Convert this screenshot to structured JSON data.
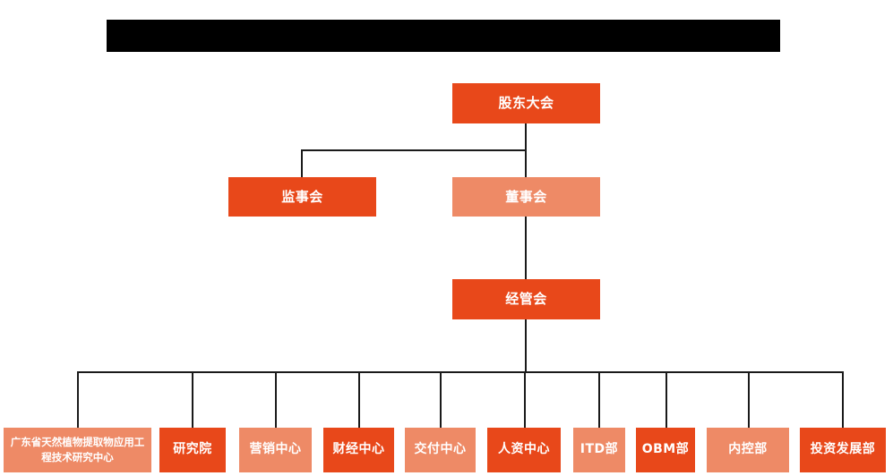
{
  "diagram": {
    "type": "org-chart",
    "title_bar": {
      "label": "",
      "redacted": true,
      "color": "#000000"
    },
    "palette": {
      "solid_orange": "#E8481A",
      "light_orange": "#EE8A66",
      "connector": "#1a1a1a",
      "background": "#ffffff",
      "text": "#ffffff"
    },
    "levels": {
      "level1": [
        {
          "id": "shareholders",
          "label": "股东大会",
          "style": "solid"
        }
      ],
      "level2": [
        {
          "id": "supervisors",
          "label": "监事会",
          "style": "solid"
        },
        {
          "id": "directors",
          "label": "董事会",
          "style": "light"
        }
      ],
      "level3": [
        {
          "id": "management",
          "label": "经管会",
          "style": "solid"
        }
      ],
      "level4": [
        {
          "id": "rnd-center",
          "label": "广东省天然植物提取物应用工程技术研究中心",
          "style": "light"
        },
        {
          "id": "institute",
          "label": "研究院",
          "style": "solid"
        },
        {
          "id": "marketing",
          "label": "营销中心",
          "style": "light"
        },
        {
          "id": "finance",
          "label": "财经中心",
          "style": "solid"
        },
        {
          "id": "delivery",
          "label": "交付中心",
          "style": "light"
        },
        {
          "id": "hr",
          "label": "人资中心",
          "style": "solid"
        },
        {
          "id": "itd",
          "label": "ITD部",
          "style": "light"
        },
        {
          "id": "obm",
          "label": "OBM部",
          "style": "solid"
        },
        {
          "id": "internal-control",
          "label": "内控部",
          "style": "light"
        },
        {
          "id": "investment",
          "label": "投资发展部",
          "style": "solid"
        }
      ]
    }
  }
}
